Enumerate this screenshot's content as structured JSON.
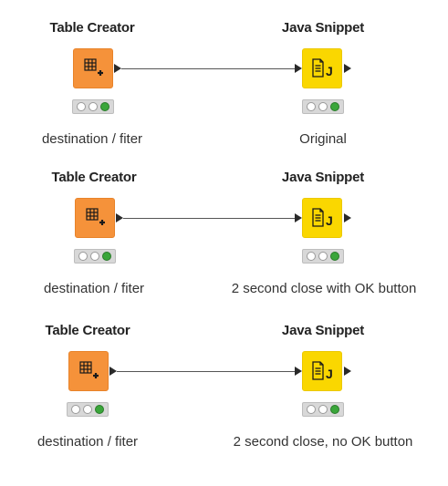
{
  "workflow": {
    "rows": [
      {
        "source": {
          "title": "Table Creator",
          "label": "destination / fiter"
        },
        "target": {
          "title": "Java Snippet",
          "label": "Original"
        }
      },
      {
        "source": {
          "title": "Table Creator",
          "label": "destination / fiter"
        },
        "target": {
          "title": "Java Snippet",
          "label": "2 second close with OK button"
        }
      },
      {
        "source": {
          "title": "Table Creator",
          "label": "destination / fiter"
        },
        "target": {
          "title": "Java Snippet",
          "label": "2 second close, no OK button"
        }
      }
    ],
    "icons": {
      "table_creator": "table-grid-plus-icon",
      "java_snippet": "java-document-icon"
    },
    "colors": {
      "table_creator_node": "#f5923a",
      "java_snippet_node": "#fad700",
      "status_green": "#3aa63a",
      "connection": "#555555"
    }
  }
}
